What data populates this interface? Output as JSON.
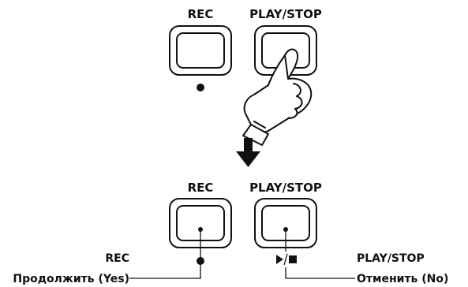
{
  "top_panel": {
    "rec_label": "REC",
    "play_stop_label": "PLAY/STOP"
  },
  "bottom_panel": {
    "rec_label": "REC",
    "play_stop_label": "PLAY/STOP"
  },
  "callouts": {
    "left_title": "REC",
    "left_action": "Продолжить (Yes)",
    "right_title": "PLAY/STOP",
    "right_action": "Отменить (No)"
  },
  "icons": {
    "record_indicator": "filled-dot-icon",
    "play_stop_indicator": "play-stop-icon",
    "hand": "pressing-hand-icon",
    "arrow": "down-arrow-icon"
  },
  "colors": {
    "ink": "#111111",
    "background": "#ffffff"
  }
}
